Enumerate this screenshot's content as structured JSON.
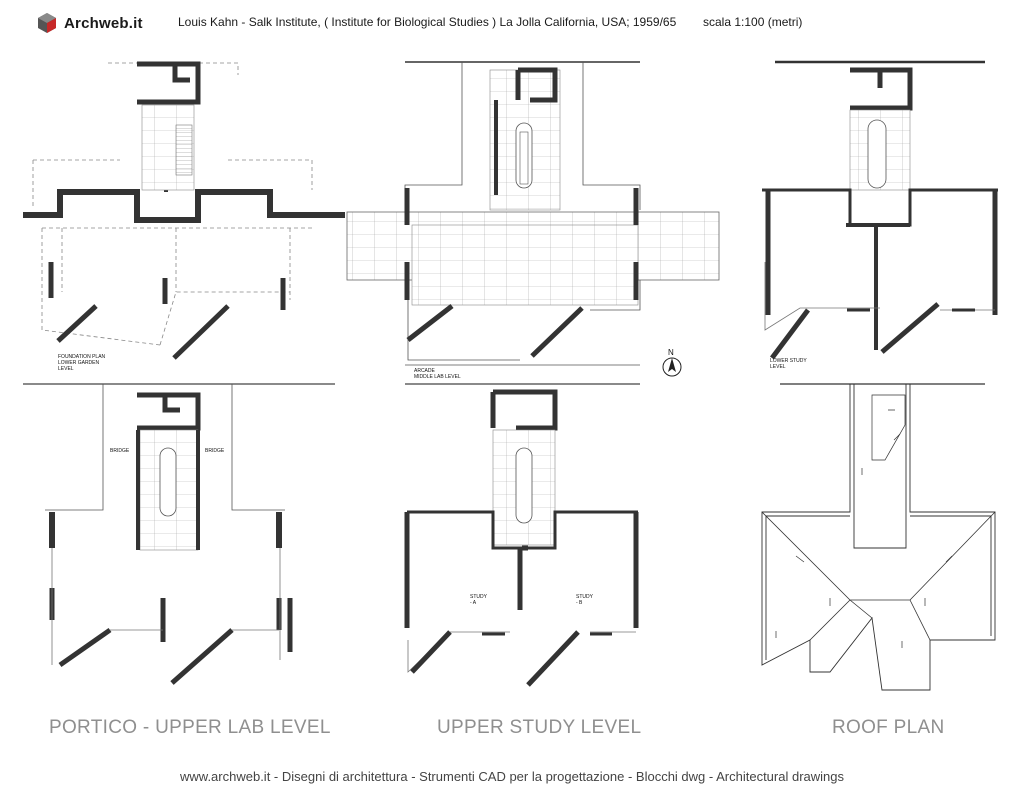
{
  "header": {
    "logo_text": "Archweb.it",
    "title": "Louis Kahn - Salk Institute, ( Institute for Biological Studies ) La Jolla California, USA; 1959/65",
    "scale": "scala 1:100 (metri)"
  },
  "plans": {
    "foundation": {
      "label_1": "FOUNDATION PLAN",
      "label_2": "LOWER GARDEN",
      "label_3": "LEVEL"
    },
    "middle_lab": {
      "label_1": "ARCADE",
      "label_2": "MIDDLE LAB LEVEL"
    },
    "lower_study": {
      "label_1": "LOWER STUDY",
      "label_2": "LEVEL"
    },
    "portico": {
      "bridge_left": "BRIDGE",
      "bridge_right": "BRIDGE"
    },
    "upper_study": {
      "study_a_1": "STUDY",
      "study_a_2": "- A",
      "study_b_1": "STUDY",
      "study_b_2": "- B"
    },
    "north": "N"
  },
  "captions": {
    "portico": "PORTICO - UPPER LAB LEVEL",
    "upper_study": "UPPER STUDY LEVEL",
    "roof": "ROOF PLAN"
  },
  "footer": "www.archweb.it  -   Disegni di architettura - Strumenti CAD  per la progettazione - Blocchi dwg  -  Architectural drawings"
}
